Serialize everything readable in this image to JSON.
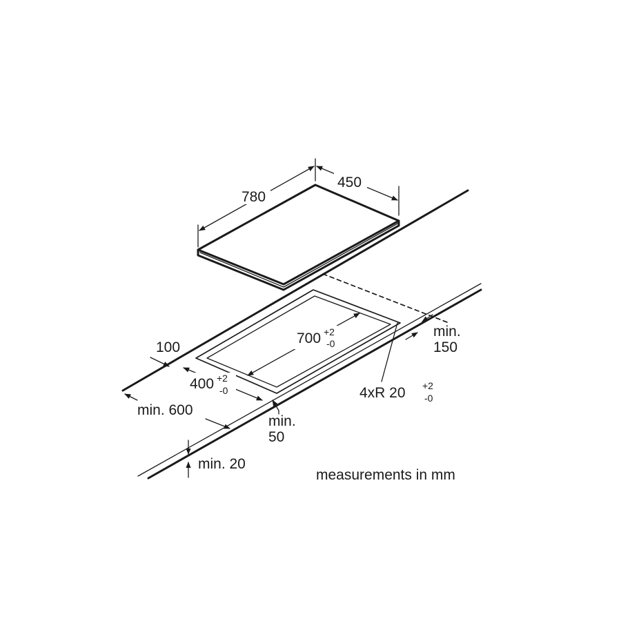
{
  "hob": {
    "width_label": "780",
    "depth_label": "450"
  },
  "cutout": {
    "width_label": "700",
    "width_tol_plus": "+2",
    "width_tol_minus": "-0",
    "depth_label": "400",
    "depth_tol_plus": "+2",
    "depth_tol_minus": "-0",
    "radius_label": "4xR 20",
    "radius_tol_plus": "+2",
    "radius_tol_minus": "-0"
  },
  "clearances": {
    "back_label": "100",
    "wall_line1": "min.",
    "wall_line2": "150",
    "front_line1": "min.",
    "front_line2": "50",
    "below_label": "min. 600",
    "thickness_label": "min. 20"
  },
  "note": "measurements in mm",
  "colors": {
    "ink": "#1a1a1a",
    "background": "#ffffff"
  }
}
